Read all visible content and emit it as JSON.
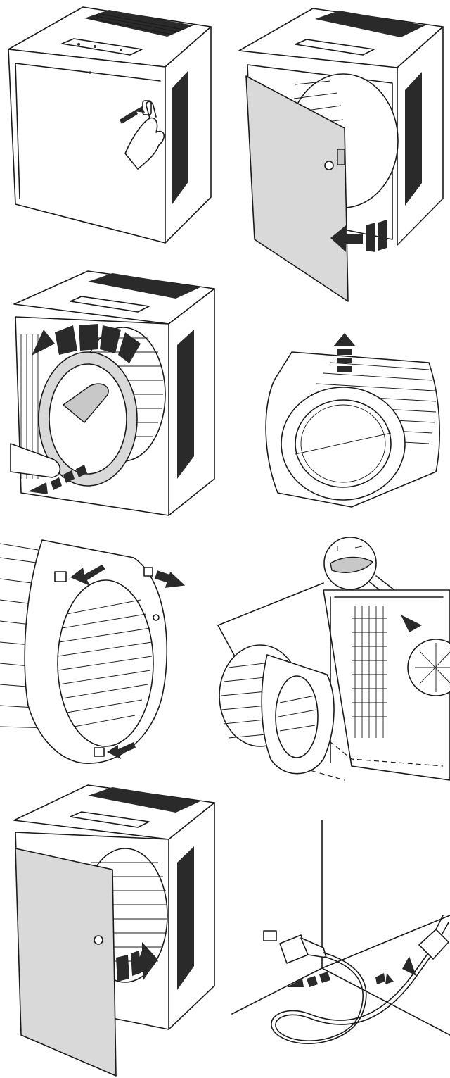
{
  "diagram": {
    "kind": "illustrated instruction steps",
    "steps": [
      {
        "id": 1,
        "illustration": "press-door-latch"
      },
      {
        "id": 2,
        "illustration": "open-front-door"
      },
      {
        "id": 3,
        "illustration": "rotate-and-pull-out-filter"
      },
      {
        "id": 4,
        "illustration": "remove-filter-packaging"
      },
      {
        "id": 5,
        "illustration": "filter-mounting-tabs"
      },
      {
        "id": 6,
        "illustration": "insert-filter-aligned"
      },
      {
        "id": 7,
        "illustration": "close-front-door"
      },
      {
        "id": 8,
        "illustration": "connect-power-cord"
      }
    ],
    "colors": {
      "ink": "#1a1a1a",
      "panel": "#d9d9d9",
      "background": "#ffffff"
    }
  }
}
